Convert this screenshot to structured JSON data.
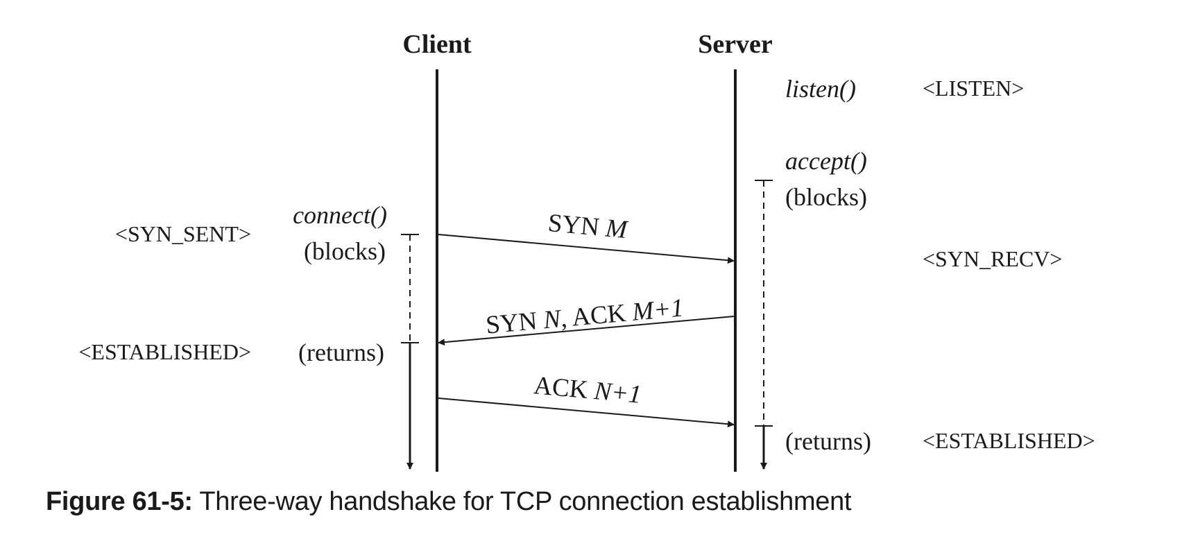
{
  "parties": {
    "client": "Client",
    "server": "Server"
  },
  "server_side": {
    "listen_call": "listen()",
    "listen_state": "<LISTEN>",
    "accept_call": "accept()",
    "accept_blocks": "(blocks)",
    "syn_recv_state": "<SYN_RECV>",
    "returns": "(returns)",
    "established_state": "<ESTABLISHED>"
  },
  "client_side": {
    "syn_sent_state": "<SYN_SENT>",
    "connect_call": "connect()",
    "connect_blocks": "(blocks)",
    "established_state": "<ESTABLISHED>",
    "returns": "(returns)"
  },
  "messages": [
    {
      "text": "SYN ",
      "var": "M",
      "rest": ""
    },
    {
      "text": "SYN ",
      "var": "N",
      "rest": ", ACK ",
      "var2": "M+1"
    },
    {
      "text": "ACK ",
      "var": "N+1",
      "rest": ""
    }
  ],
  "caption": {
    "label": "Figure 61-5:",
    "text": " Three-way handshake for TCP connection establishment"
  }
}
